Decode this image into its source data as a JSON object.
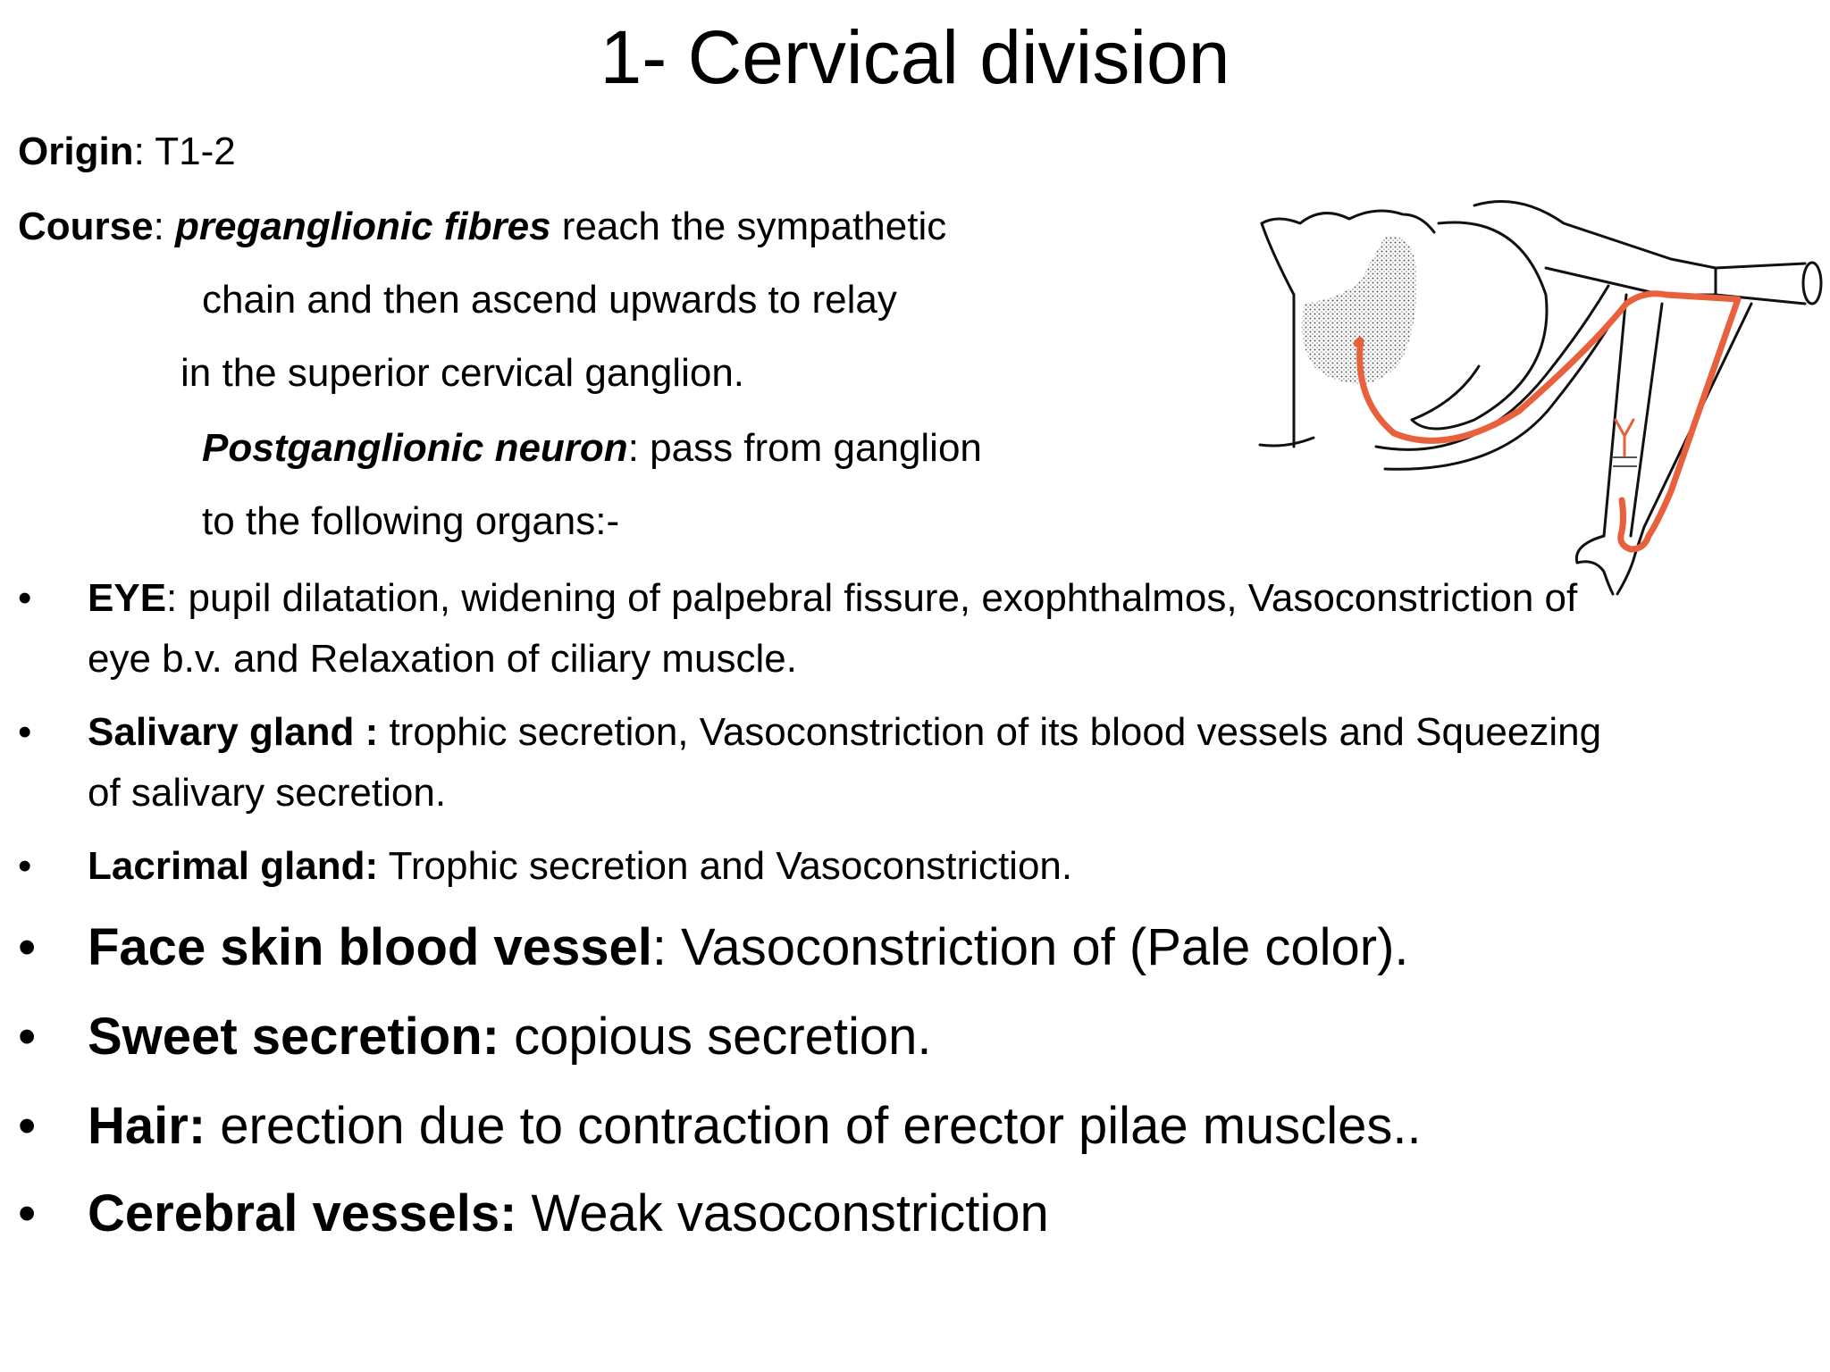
{
  "title": "1- Cervical division",
  "origin": {
    "label": "Origin",
    "value": ": T1-2"
  },
  "course": {
    "label": "Course",
    "sep": ": ",
    "term1": "preganglionic fibres",
    "line1_rest": " reach the sympathetic",
    "line2": "chain and then ascend upwards to relay",
    "line3": "in the superior cervical ganglion.",
    "term2": "Postganglionic neuron",
    "line4_rest": ": pass from ganglion",
    "line5": "to the following organs:-"
  },
  "bullet_char": "•",
  "organs": [
    {
      "label": "EYE",
      "text": ": pupil dilatation, widening of palpebral fissure, exophthalmos, Vasoconstriction of eye b.v. and Relaxation of ciliary muscle."
    },
    {
      "label": "Salivary gland :",
      "text": " trophic secretion, Vasoconstriction of its blood vessels and Squeezing of salivary secretion."
    },
    {
      "label": "Lacrimal gland:",
      "text": " Trophic secretion and Vasoconstriction."
    },
    {
      "label": "Face skin blood vessel",
      "text": ": Vasoconstriction of (Pale color)."
    },
    {
      "label": "Sweet secretion:",
      "text": " copious secretion."
    },
    {
      "label": "Hair:",
      "text": " erection due to contraction of erector pilae muscles.."
    },
    {
      "label": "Cerebral vessels:",
      "text": " Weak vasoconstriction"
    }
  ],
  "diagram": {
    "icon": "sympathetic-pathway-diagram",
    "path_color": "#e8603c",
    "stroke_color": "#111111"
  }
}
